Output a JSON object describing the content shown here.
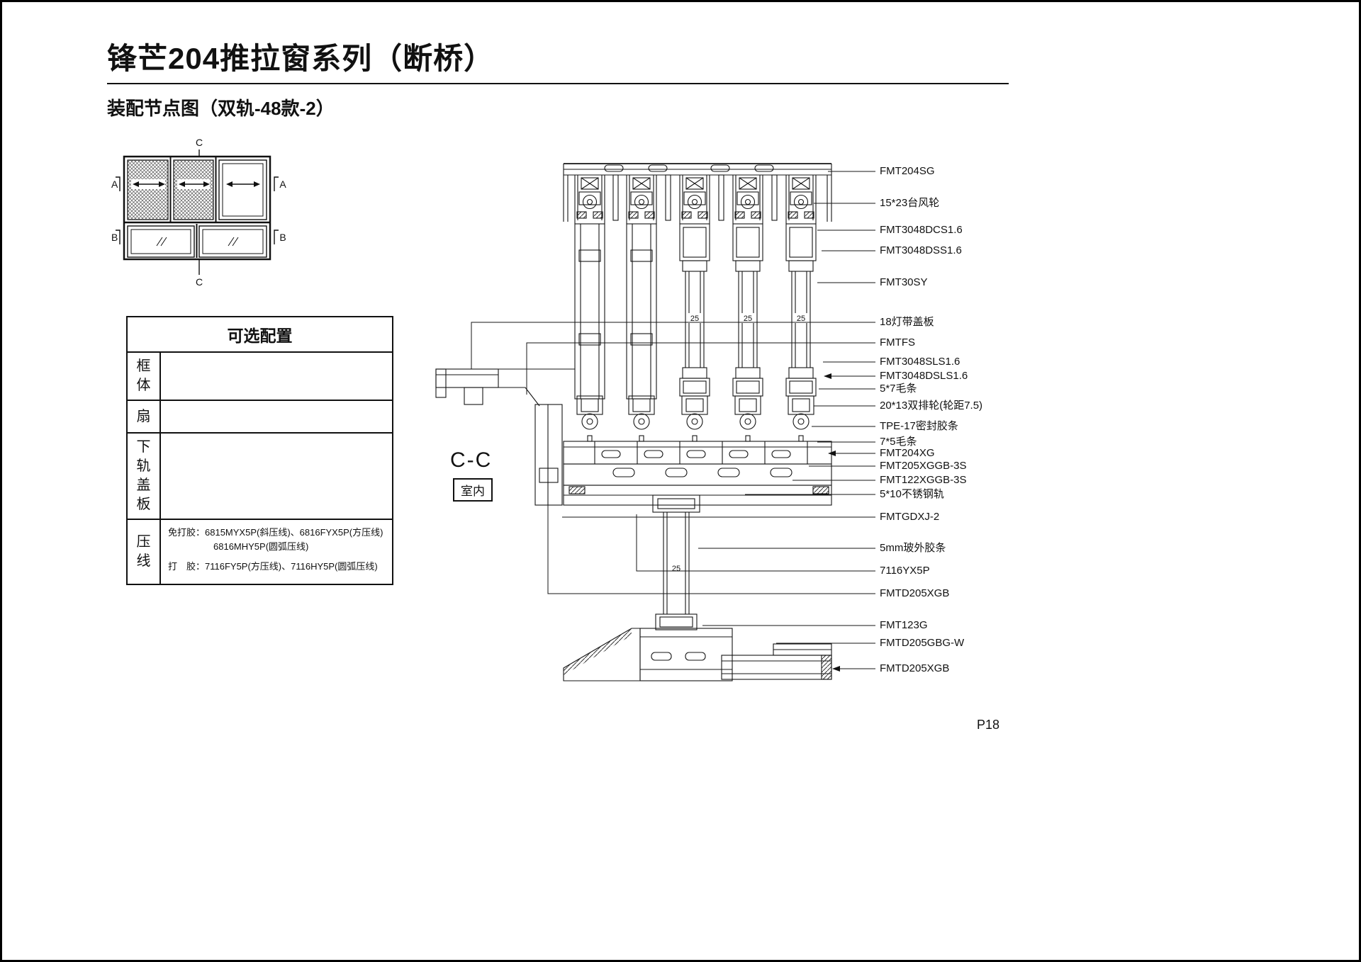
{
  "page": {
    "title": "锋芒204推拉窗系列（断桥）",
    "subtitle": "装配节点图（双轨-48款-2）",
    "page_number": "P18"
  },
  "elevation": {
    "marks": [
      "C",
      "A",
      "A",
      "B",
      "B",
      "C"
    ]
  },
  "config_table": {
    "title": "可选配置",
    "row_labels": [
      "框体",
      "扇",
      "下轨盖板",
      "压线"
    ],
    "yaxian_lines": [
      "免打胶：6815MYX5P(斜压线)、6816FYX5P(方压线)",
      "6816MHY5P(圆弧压线)",
      "打　胶：7116FY5P(方压线)、7116HY5P(圆弧压线)"
    ]
  },
  "section": {
    "label": "C-C",
    "room": "室内",
    "glass_dims": [
      "25",
      "25",
      "25",
      "25"
    ]
  },
  "part_labels": [
    "FMT204SG",
    "15*23台风轮",
    "FMT3048DCS1.6",
    "FMT3048DSS1.6",
    "FMT30SY",
    "18灯带盖板",
    "FMTFS",
    "FMT3048SLS1.6",
    "FMT3048DSLS1.6",
    "5*7毛条",
    "20*13双排轮(轮距7.5)",
    "TPE-17密封胶条",
    "7*5毛条",
    "FMT204XG",
    "FMT205XGGB-3S",
    "FMT122XGGB-3S",
    "5*10不锈钢轨",
    "FMTGDXJ-2",
    "5mm玻外胶条",
    "7116YX5P",
    "FMTD205XGB",
    "FMT123G",
    "FMTD205GBG-W",
    "FMTD205XGB"
  ]
}
